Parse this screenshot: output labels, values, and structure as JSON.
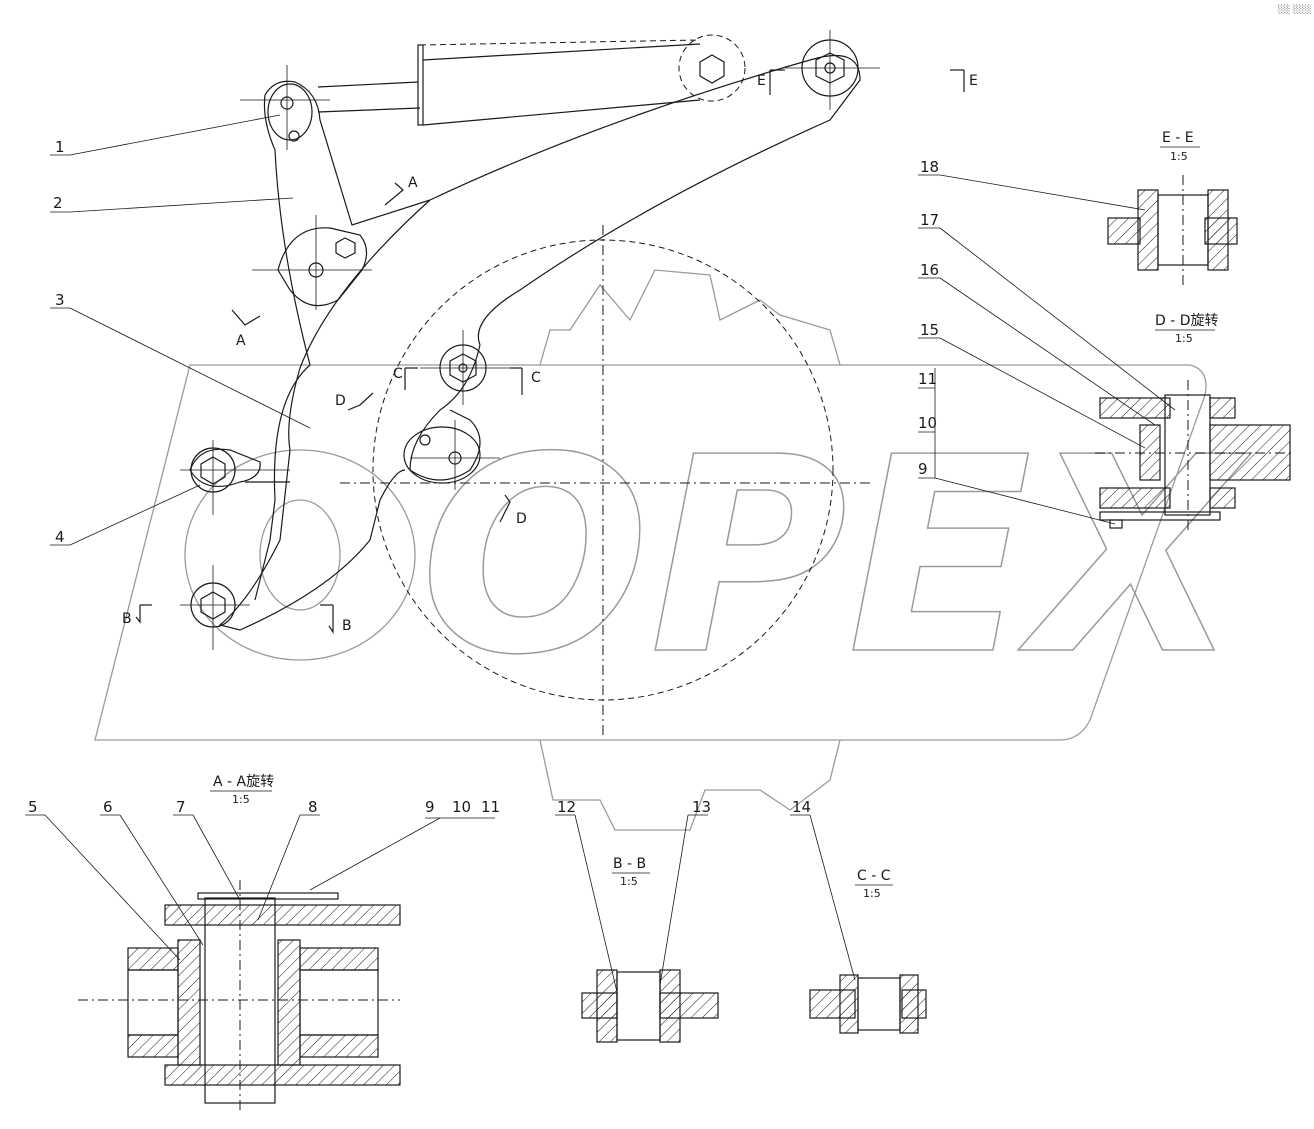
{
  "corner_text": "░░ ░░░",
  "watermark": "OPEX",
  "callouts": [
    "1",
    "2",
    "3",
    "4",
    "5",
    "6",
    "7",
    "8",
    "9",
    "10",
    "11",
    "12",
    "13",
    "14",
    "15",
    "16",
    "17",
    "18"
  ],
  "callouts_table": [
    "11",
    "10",
    "9"
  ],
  "section_markers": {
    "a1": "A",
    "a2": "A",
    "b1": "B",
    "b2": "B",
    "c1": "C",
    "c2": "C",
    "d1": "D",
    "d2": "D",
    "e1": "E",
    "e2": "E"
  },
  "section_views": {
    "aa": {
      "title": "A - A旋转",
      "scale": "1:5"
    },
    "bb": {
      "title": "B - B",
      "scale": "1:5"
    },
    "cc": {
      "title": "C - C",
      "scale": "1:5"
    },
    "dd": {
      "title": "D - D旋转",
      "scale": "1:5"
    },
    "ee": {
      "title": "E - E",
      "scale": "1:5"
    }
  }
}
